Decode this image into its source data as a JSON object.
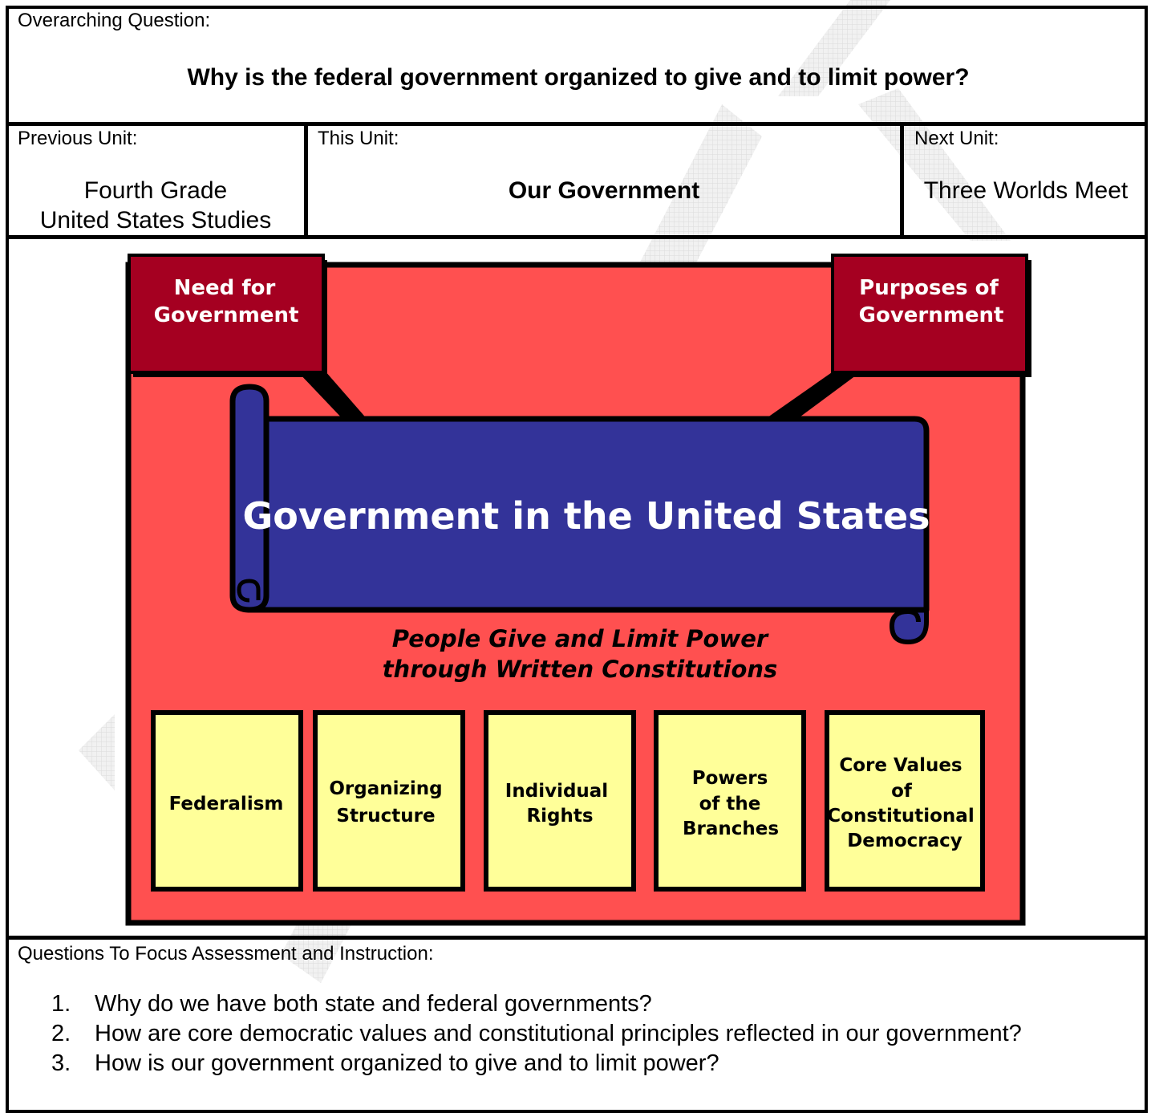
{
  "overarching": {
    "label": "Overarching Question:",
    "question": "Why is the federal government organized to give and to limit power?"
  },
  "units": {
    "previous_label": "Previous Unit:",
    "previous_line1": "Fourth Grade",
    "previous_line2": "United States Studies",
    "this_label": "This Unit:",
    "this_value": "Our Government",
    "next_label": "Next Unit:",
    "next_value": "Three Worlds Meet"
  },
  "diagram": {
    "corner_left": [
      "Need for",
      "Government"
    ],
    "corner_right": [
      "Purposes of",
      "Government"
    ],
    "banner_title": "Government in the United States",
    "subtitle": [
      "People Give and Limit Power",
      "through Written Constitutions"
    ],
    "boxes": [
      {
        "lines": [
          "Federalism"
        ]
      },
      {
        "lines": [
          "Organizing",
          "Structure"
        ]
      },
      {
        "lines": [
          "Individual",
          "Rights"
        ]
      },
      {
        "lines": [
          "Powers",
          "of the",
          "Branches"
        ]
      },
      {
        "lines": [
          "Core Values",
          "of",
          "Constitutional",
          "Democracy"
        ]
      }
    ],
    "colors": {
      "background_red": "#FF5050",
      "corner_maroon": "#A50021",
      "banner_blue": "#333399",
      "box_yellow": "#FFFF99"
    }
  },
  "focus": {
    "label": "Questions To Focus Assessment and Instruction:",
    "questions": [
      {
        "num": "1.",
        "text": "Why do we have both state and federal governments?"
      },
      {
        "num": "2.",
        "text": "How are core democratic values and constitutional principles reflected in our government?"
      },
      {
        "num": "3.",
        "text": "How is our government organized to give and to limit power?"
      }
    ]
  }
}
